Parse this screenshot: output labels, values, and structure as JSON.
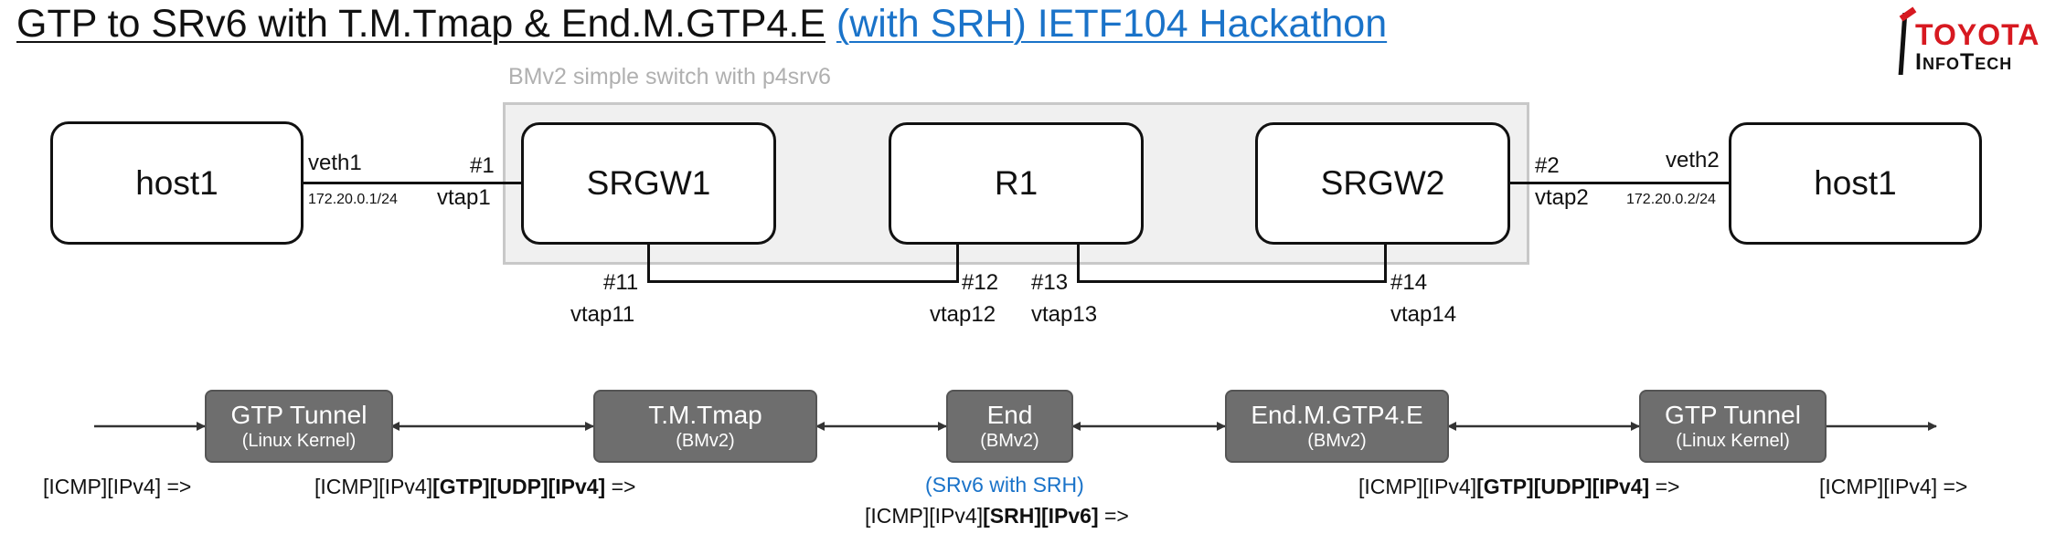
{
  "title": {
    "main": "GTP to SRv6 with T.M.Tmap & End.M.GTP4.E",
    "link": "(with SRH) IETF104 Hackathon"
  },
  "logo": {
    "line1": "TOYOTA",
    "line2": "InfoTech"
  },
  "switch_label": "BMv2 simple switch with p4srv6",
  "nodes": {
    "host_left": "host1",
    "srgw1": "SRGW1",
    "r1": "R1",
    "srgw2": "SRGW2",
    "host_right": "host1"
  },
  "ports": {
    "veth1": "veth1",
    "ip1": "172.20.0.1/24",
    "p1": "#1",
    "vtap1": "vtap1",
    "p2": "#2",
    "vtap2": "vtap2",
    "veth2": "veth2",
    "ip2": "172.20.0.2/24",
    "p11": "#11",
    "vtap11": "vtap11",
    "p12": "#12",
    "vtap12": "vtap12",
    "p13": "#13",
    "vtap13": "vtap13",
    "p14": "#14",
    "vtap14": "vtap14"
  },
  "functions": [
    {
      "name": "GTP Tunnel",
      "sub": "(Linux Kernel)"
    },
    {
      "name": "T.M.Tmap",
      "sub": "(BMv2)"
    },
    {
      "name": "End",
      "sub": "(BMv2)"
    },
    {
      "name": "End.M.GTP4.E",
      "sub": "(BMv2)"
    },
    {
      "name": "GTP Tunnel",
      "sub": "(Linux Kernel)"
    }
  ],
  "packets": {
    "p1": "[ICMP][IPv4] =>",
    "p2_pre": "[ICMP][IPv4]",
    "p2_bold": "[GTP][UDP][IPv4]",
    "p2_post": " =>",
    "p3_note": "(SRv6 with SRH)",
    "p3_pre": "[ICMP][IPv4]",
    "p3_bold": "[SRH][IPv6]",
    "p3_post": " =>",
    "p4_pre": "[ICMP][IPv4]",
    "p4_bold": "[GTP][UDP][IPv4]",
    "p4_post": " =>",
    "p5": "[ICMP][IPv4] =>"
  },
  "colors": {
    "link_blue": "#1a73c9",
    "logo_red": "#d71920",
    "function_box": "#6e6e6e"
  }
}
